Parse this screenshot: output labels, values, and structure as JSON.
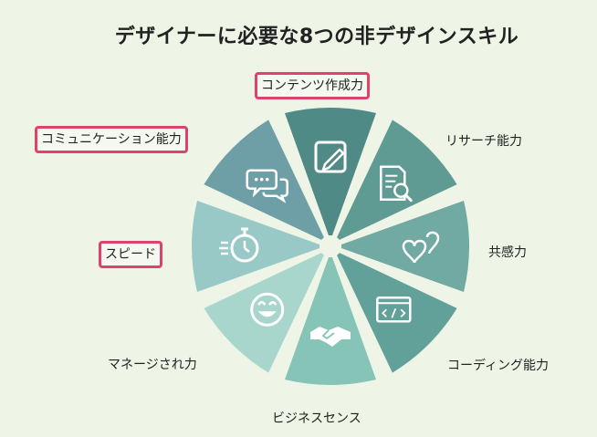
{
  "title": "デザイナーに必要な8つの非デザインスキル",
  "skills": [
    {
      "label": "コンテンツ作成力",
      "icon": "pencil-note-icon",
      "color": "#4f8a86",
      "highlighted": true
    },
    {
      "label": "リサーチ能力",
      "icon": "document-search-icon",
      "color": "#5f9a93",
      "highlighted": false
    },
    {
      "label": "共感力",
      "icon": "hearts-icon",
      "color": "#70aaa2",
      "highlighted": false
    },
    {
      "label": "コーディング能力",
      "icon": "code-window-icon",
      "color": "#62a199",
      "highlighted": false
    },
    {
      "label": "ビジネスセンス",
      "icon": "handshake-icon",
      "color": "#85c4b7",
      "highlighted": false
    },
    {
      "label": "マネージされ力",
      "icon": "smiley-icon",
      "color": "#a8d6cd",
      "highlighted": false
    },
    {
      "label": "スピード",
      "icon": "stopwatch-icon",
      "color": "#98c9c6",
      "highlighted": true
    },
    {
      "label": "コミュニケーション能力",
      "icon": "chat-bubbles-icon",
      "color": "#6f9fa6",
      "highlighted": true
    }
  ],
  "colors": {
    "highlight": "#e0426e",
    "background": "#eef5e6"
  }
}
